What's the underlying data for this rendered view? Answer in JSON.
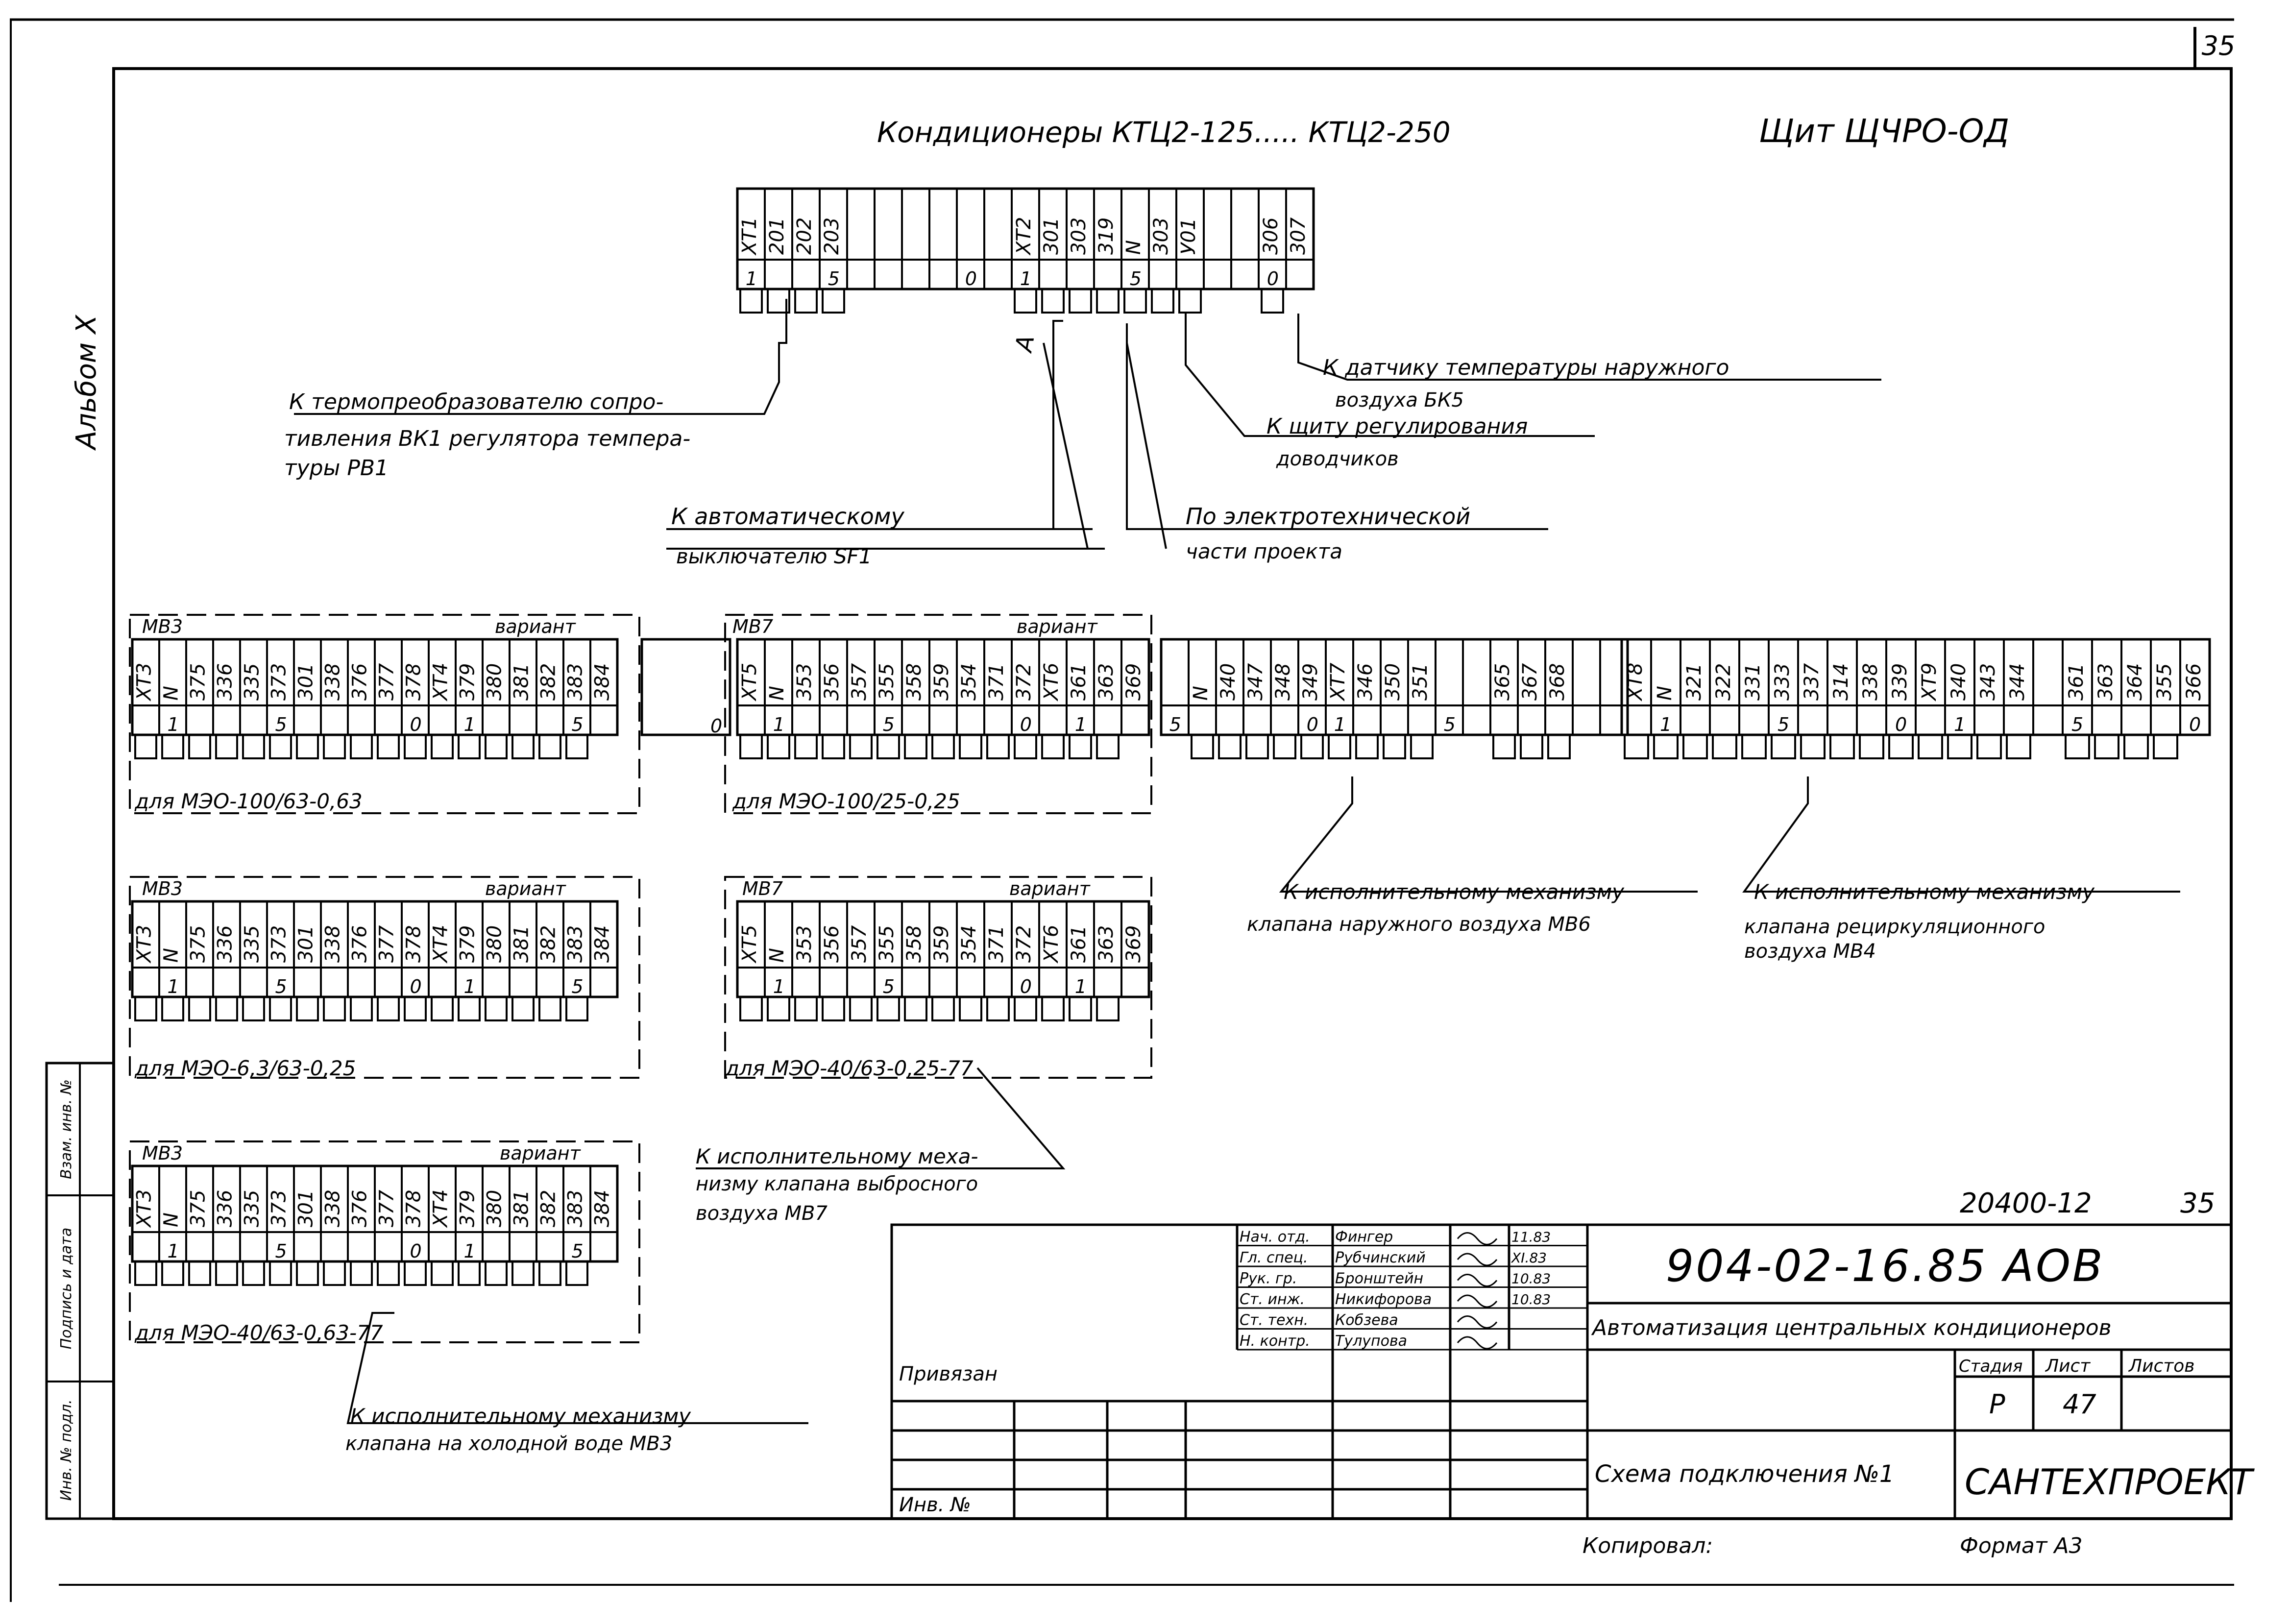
{
  "sheet": {
    "page_number": "35",
    "album": "Альбом X",
    "title_units": "Кондиционеры КТЦ2-125..... КТЦ2-250",
    "title_panel": "Щит ЩЧРО-ОД",
    "code_top": "20400-12",
    "code_top_page": "35",
    "copied": "Копировал:",
    "format": "Формат А3"
  },
  "top_strip": {
    "cells": [
      "ХТ1",
      "201",
      "202",
      "203",
      "",
      "",
      "",
      "",
      "",
      "",
      "ХТ2",
      "301",
      "303",
      "319",
      "N",
      "303",
      "У01",
      "",
      "",
      "306",
      "307"
    ],
    "marks": [
      {
        "i": 0,
        "t": "1"
      },
      {
        "i": 3,
        "t": "5"
      },
      {
        "i": 8,
        "t": "0"
      },
      {
        "i": 10,
        "t": "1"
      },
      {
        "i": 14,
        "t": "5"
      },
      {
        "i": 19,
        "t": "0"
      }
    ],
    "mark_a": "А"
  },
  "labels": {
    "to_sensor_1": "К датчику температуры наружного",
    "to_sensor_2": "воздуха БК5",
    "to_thermo_1": "К термопреобразователю сопро-",
    "to_thermo_2": "тивления ВК1 регулятора темпера-",
    "to_thermo_3": "туры РВ1",
    "to_shield_1": "К щиту регулирования",
    "to_shield_2": "доводчиков",
    "to_breaker_1": "К автоматическому",
    "to_breaker_2": "выключателю SF1",
    "to_electro_1": "По электротехнической",
    "to_electro_2": "части проекта",
    "mech_outdoor_1": "К исполнительному механизму",
    "mech_outdoor_2": "клапана наружного воздуха МВ6",
    "mech_recirc_1": "К исполнительному механизму",
    "mech_recirc_2": "клапана рециркуляционного",
    "mech_recirc_3": "воздуха МВ4",
    "mech_exhaust_1": "К исполнительному меха-",
    "mech_exhaust_2": "низму клапана выбросного",
    "mech_exhaust_3": "воздуха МВ7",
    "mech_cold_1": "К исполнительному механизму",
    "mech_cold_2": "клапана на холодной воде МВ3"
  },
  "variants": {
    "mv3_1": {
      "name": "МВ3",
      "variant": "вариант",
      "caption": "для МЭО-100/63-0,63"
    },
    "mv7_1": {
      "name": "МВ7",
      "variant": "вариант",
      "caption": "для МЭО-100/25-0,25"
    },
    "mv3_2": {
      "name": "МВ3",
      "variant": "вариант",
      "caption": "для МЭО-6,3/63-0,25"
    },
    "mv7_2": {
      "name": "МВ7",
      "variant": "вариант",
      "caption": "для МЭО-40/63-0,25-77"
    },
    "mv3_3": {
      "name": "МВ3",
      "variant": "вариант",
      "caption": "для МЭО-40/63-0,63-77"
    }
  },
  "strips": {
    "mv3_cells": [
      "ХТ3",
      "N",
      "375",
      "336",
      "335",
      "373",
      "301",
      "338",
      "376",
      "377",
      "378",
      "ХТ4",
      "379",
      "380",
      "381",
      "382",
      "383",
      "384"
    ],
    "mv3_marks": [
      {
        "i": 1,
        "t": "1"
      },
      {
        "i": 5,
        "t": "5"
      },
      {
        "i": 10,
        "t": "0"
      },
      {
        "i": 12,
        "t": "1"
      },
      {
        "i": 16,
        "t": "5"
      }
    ],
    "mv7_cells": [
      "ХТ5",
      "N",
      "353",
      "356",
      "357",
      "355",
      "358",
      "359",
      "354",
      "371",
      "372",
      "ХТ6",
      "361",
      "363",
      "369"
    ],
    "mv7_marks": [
      {
        "i": 1,
        "t": "1"
      },
      {
        "i": 5,
        "t": "5"
      },
      {
        "i": 10,
        "t": "0"
      },
      {
        "i": 12,
        "t": "1"
      }
    ],
    "mv6_cells": [
      "",
      "N",
      "340",
      "347",
      "348",
      "349",
      "ХТ7",
      "346",
      "350",
      "351",
      "",
      "",
      "365",
      "367",
      "368",
      "",
      ""
    ],
    "mv6_marks": [
      {
        "i": 0,
        "t": "5"
      },
      {
        "i": 5,
        "t": "0"
      },
      {
        "i": 6,
        "t": "1"
      },
      {
        "i": 10,
        "t": "5"
      }
    ],
    "mv4_cells": [
      "ХТ8",
      "N",
      "321",
      "322",
      "331",
      "333",
      "337",
      "314",
      "338",
      "339",
      "ХТ9",
      "340",
      "343",
      "344",
      "",
      "361",
      "363",
      "364",
      "355",
      "366"
    ],
    "mv4_marks": [
      {
        "i": 1,
        "t": "1"
      },
      {
        "i": 5,
        "t": "5"
      },
      {
        "i": 9,
        "t": "0"
      },
      {
        "i": 11,
        "t": "1"
      },
      {
        "i": 15,
        "t": "5"
      },
      {
        "i": 19,
        "t": "0"
      }
    ],
    "gap_mark": "0"
  },
  "title_block": {
    "doc_code": "904-02-16.85 АОВ",
    "project": "Автоматизация центральных кондиционеров",
    "drawing": "Схема подключения №1",
    "org": "САНТЕХПРОЕКТ",
    "stage_h": "Стадия",
    "sheet_h": "Лист",
    "sheets_h": "Листов",
    "stage": "Р",
    "sheet": "47",
    "bound": "Привязан",
    "inv": "Инв. №",
    "rows": [
      {
        "role": "Нач. отд.",
        "name": "Фингер",
        "date": "11.83"
      },
      {
        "role": "Гл. спец.",
        "name": "Рубчинский",
        "date": "XI.83"
      },
      {
        "role": "Рук. гр.",
        "name": "Бронштейн",
        "date": "10.83"
      },
      {
        "role": "Ст. инж.",
        "name": "Никифорова",
        "date": "10.83"
      },
      {
        "role": "Ст. техн.",
        "name": "Кобзева",
        "date": ""
      },
      {
        "role": "Н. контр.",
        "name": "Тулупова",
        "date": ""
      }
    ]
  },
  "side_stamp": {
    "inv_orig": "Инв. № подл.",
    "sign_date": "Подпись и дата",
    "inv_dup": "Взам. инв. №"
  }
}
